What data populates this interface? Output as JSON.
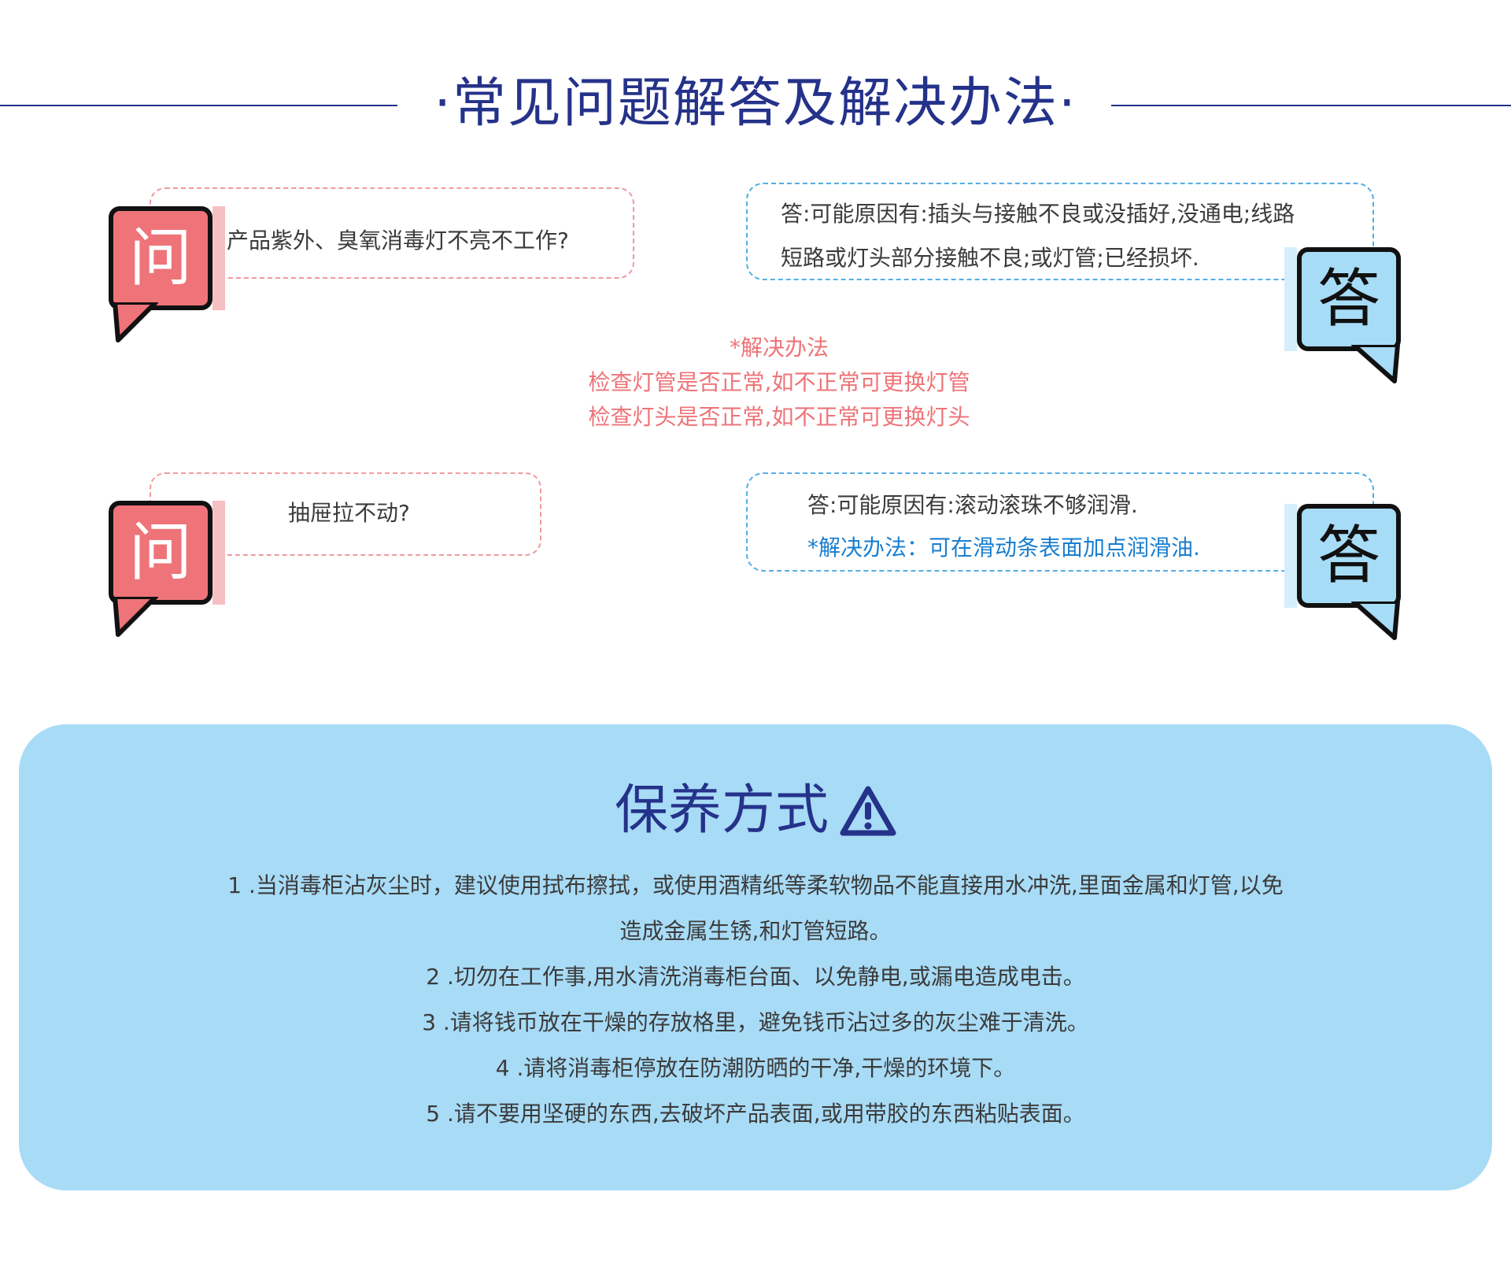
{
  "page": {
    "title": "·常见问题解答及解决办法·"
  },
  "faq": [
    {
      "question_icon": "问",
      "question": "产品紫外、臭氧消毒灯不亮不工作?",
      "answer_icon": "答",
      "answer_lines": [
        "答:可能原因有:插头与接触不良或没插好,没通电;线路",
        "短路或灯头部分接触不良;或灯管;已经损坏."
      ],
      "solution_lines": [
        "*解决办法",
        "检查灯管是否正常,如不正常可更换灯管",
        "检查灯头是否正常,如不正常可更换灯头"
      ]
    },
    {
      "question_icon": "问",
      "question": "抽屉拉不动?",
      "answer_icon": "答",
      "answer_lines": [
        "答:可能原因有:滚动滚珠不够润滑."
      ],
      "solution": "*解决办法：可在滑动条表面加点润滑油."
    }
  ],
  "maintenance": {
    "title": "保养方式",
    "title_icon": "warning-triangle-icon",
    "lines": [
      "1 .当消毒柜沾灰尘时，建议使用拭布擦拭，或使用酒精纸等柔软物品不能直接用水冲洗,里面金属和灯管,以免",
      "造成金属生锈,和灯管短路。",
      "2 .切勿在工作事,用水清洗消毒柜台面、以免静电,或漏电造成电击。",
      "3 .请将钱币放在干燥的存放格里，避免钱币沾过多的灰尘难于清洗。",
      "4 .请将消毒柜停放在防潮防晒的干净,干燥的环境下。",
      "5 .请不要用坚硬的东西,去破坏产品表面,或用带胶的东西粘贴表面。"
    ]
  },
  "colors": {
    "title_blue": "#25328a",
    "question_pink": "#ee7479",
    "answer_blue": "#a7dcf7",
    "panel_blue": "#a8dbf6",
    "solution_blue": "#1a7fd0"
  }
}
